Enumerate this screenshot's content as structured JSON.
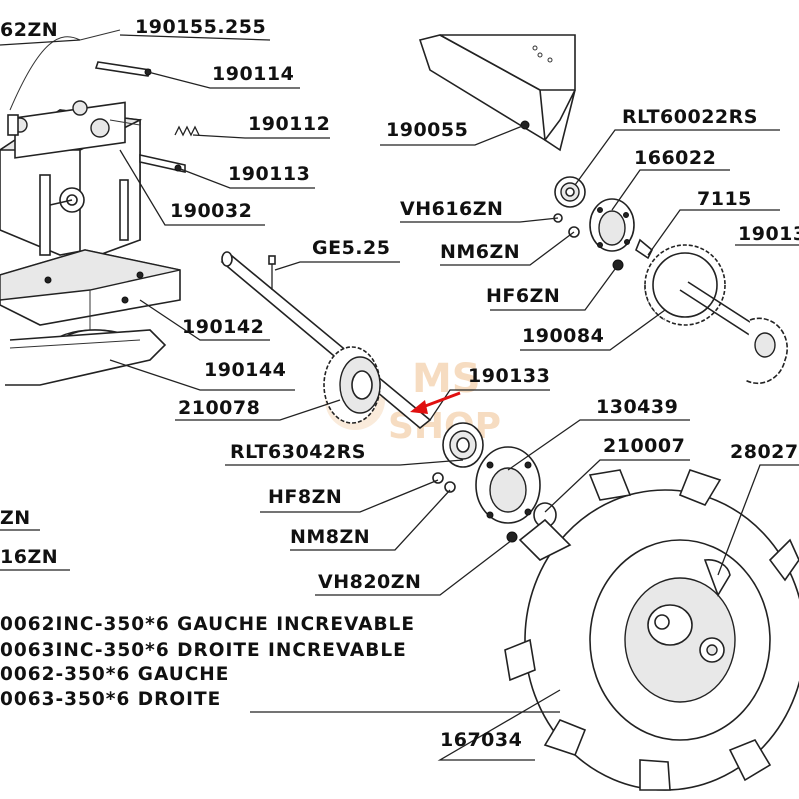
{
  "labels": {
    "top_left_cut": "62ZN",
    "top_cut": "190155.255",
    "p190114": "190114",
    "p190112": "190112",
    "p190113": "190113",
    "p190032": "190032",
    "p190055": "190055",
    "rlt60022": "RLT60022RS",
    "p166022": "166022",
    "vh616": "VH616ZN",
    "p7115": "7115",
    "p19013": "19013",
    "nm6": "NM6ZN",
    "ge525": "GE5.25",
    "hf6": "HF6ZN",
    "p190084": "190084",
    "p190142": "190142",
    "p190144": "190144",
    "p190133": "190133",
    "p210078": "210078",
    "p130439": "130439",
    "rlt63042": "RLT63042RS",
    "p210007": "210007",
    "p28027": "28027",
    "hf8": "HF8ZN",
    "left_zn": "ZN",
    "left_16zn": "16ZN",
    "nm8": "NM8ZN",
    "vh820": "VH820ZN",
    "p167034": "167034"
  },
  "notes": [
    "0062INC-350*6 GAUCHE INCREVABLE",
    "0063INC-350*6 DROITE INCREVABLE",
    "0062-350*6 GAUCHE",
    "0063-350*6 DROITE"
  ],
  "watermark": {
    "line1": "MS",
    "line2": "SHOP"
  },
  "colors": {
    "ink": "#111111",
    "pointer_arrow": "#e01010",
    "watermark": "#f0c090"
  }
}
